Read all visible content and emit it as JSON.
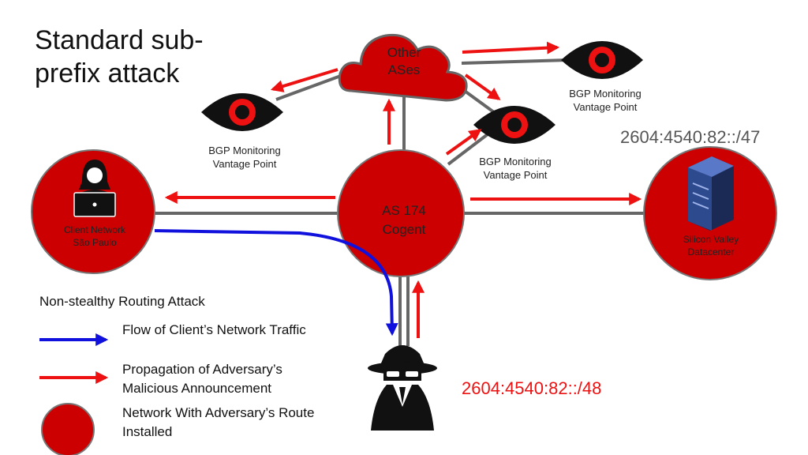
{
  "title": "Standard sub-prefix attack",
  "colors": {
    "red": "#cc0000",
    "arrow_red": "#ee1111",
    "blue": "#1111dd",
    "link": "#666666",
    "dark": "#222222"
  },
  "nodes": {
    "other_ases": "Other\nASes",
    "as174": "AS 174\nCogent",
    "client": "Client Network\nSão Paulo",
    "datacenter": "Silicon Valley\nDatacenter"
  },
  "vantage_points": [
    "BGP Monitoring\nVantage Point",
    "BGP Monitoring\nVantage Point",
    "BGP Monitoring\nVantage Point"
  ],
  "prefixes": {
    "legit": "2604:4540:82::/47",
    "attacker": "2604:4540:82::/48"
  },
  "legend": {
    "title": "Non-stealthy Routing Attack",
    "items": [
      {
        "label": "Flow of Client’s Network Traffic",
        "icon": "blue-arrow"
      },
      {
        "label": "Propagation of Adversary’s Malicious Announcement",
        "icon": "red-arrow"
      },
      {
        "label": "Network With Adversary’s Route Installed",
        "icon": "red-circle"
      }
    ]
  },
  "icons": [
    "cloud-icon",
    "eye-icon",
    "person-laptop-icon",
    "server-icon",
    "hacker-icon"
  ]
}
